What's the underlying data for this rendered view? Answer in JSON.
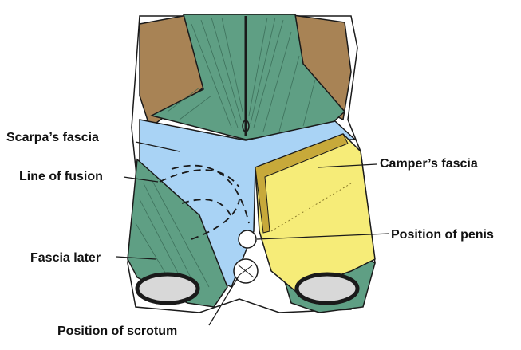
{
  "labels": {
    "scarpas_fascia": "Scarpa’s fascia",
    "line_of_fusion": "Line of fusion",
    "fascia_later": "Fascia later",
    "campers_fascia": "Camper’s fascia",
    "position_of_penis": "Position of penis",
    "position_of_scrotum": "Position of scrotum"
  },
  "colors": {
    "muscle_green": "#5f9f84",
    "skin_brown": "#a88355",
    "scarpa_blue": "#a9d3f5",
    "camper_yellow": "#f6ec78",
    "camper_border": "#c7a93a",
    "outline": "#1a1a1a"
  }
}
